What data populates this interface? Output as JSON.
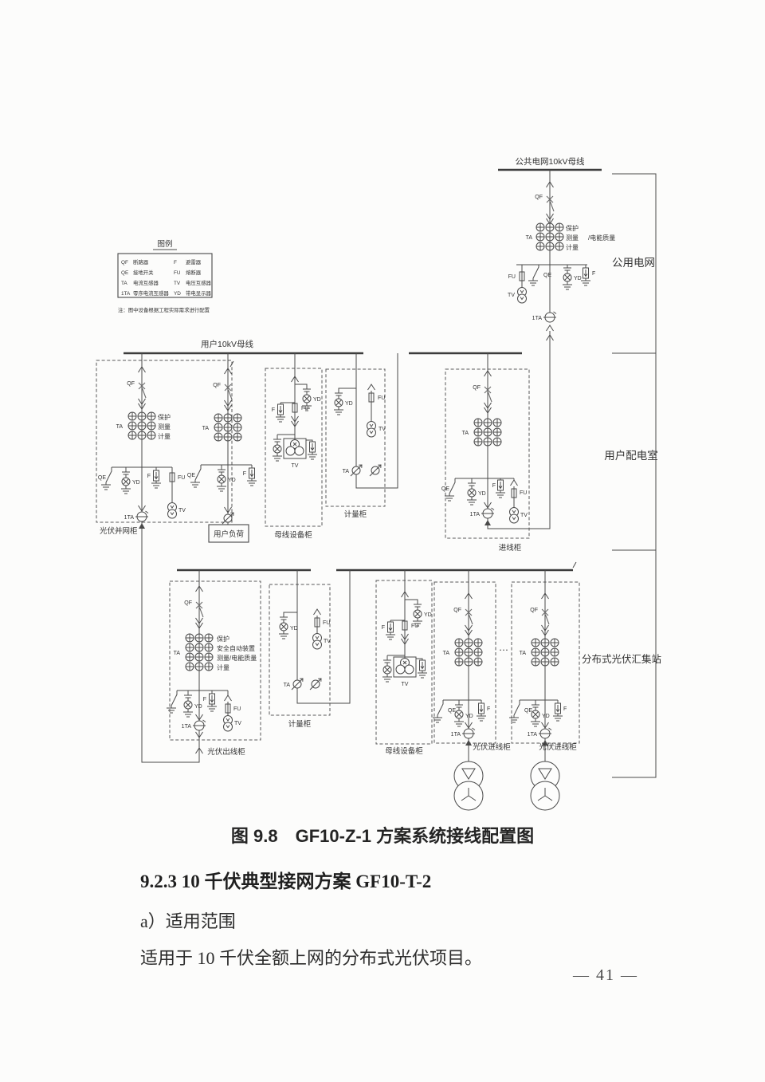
{
  "page": {
    "caption": "图 9.8　GF10-Z-1 方案系统接线配置图",
    "heading": "9.2.3 10 千伏典型接网方案 GF10-T-2",
    "sub_heading": "a）适用范围",
    "body_text": "适用于 10 千伏全额上网的分布式光伏项目。",
    "page_number": "— 41 —"
  },
  "diagram": {
    "buses": {
      "public": "公共电网10kV母线",
      "user": "用户10kV母线"
    },
    "regions": {
      "public_grid": "公用电网",
      "user_room": "用户配电室",
      "pv_station": "分布式光伏汇集站"
    },
    "cabinets": {
      "pv_grid_connect": "光伏并网柜",
      "user_load": "用户负荷",
      "bus_equipment": "母线设备柜",
      "metering": "计量柜",
      "incoming": "进线柜",
      "pv_outgoing": "光伏出线柜",
      "pv_incoming": "光伏进线柜"
    },
    "dev": {
      "QF": "QF",
      "QE": "QE",
      "TA": "TA",
      "1TA": "1TA",
      "F": "F",
      "FU": "FU",
      "TV": "TV",
      "YD": "YD"
    },
    "ta_groups": {
      "top": [
        "保护",
        "测量",
        "计量"
      ],
      "top_extra": "/电能质量",
      "std": [
        "保护",
        "测量",
        "计量"
      ],
      "pv_out": [
        "保护",
        "安全自动装置",
        "测量/电能质量",
        "计量"
      ]
    },
    "legend": {
      "title": "图例",
      "rows": [
        {
          "s1": "QF",
          "n1": "断路器",
          "s2": "F",
          "n2": "避雷器"
        },
        {
          "s1": "QE",
          "n1": "接地开关",
          "s2": "FU",
          "n2": "熔断器"
        },
        {
          "s1": "TA",
          "n1": "电流互感器",
          "s2": "TV",
          "n2": "电压互感器"
        },
        {
          "s1": "1TA",
          "n1": "零序电流互感器",
          "s2": "YD",
          "n2": "带电显示器"
        }
      ],
      "note": "注：图中设备根据工程实际需求进行配置"
    },
    "ellipsis": "…",
    "colors": {
      "line": "#4a4a4a",
      "text": "#343434"
    }
  }
}
